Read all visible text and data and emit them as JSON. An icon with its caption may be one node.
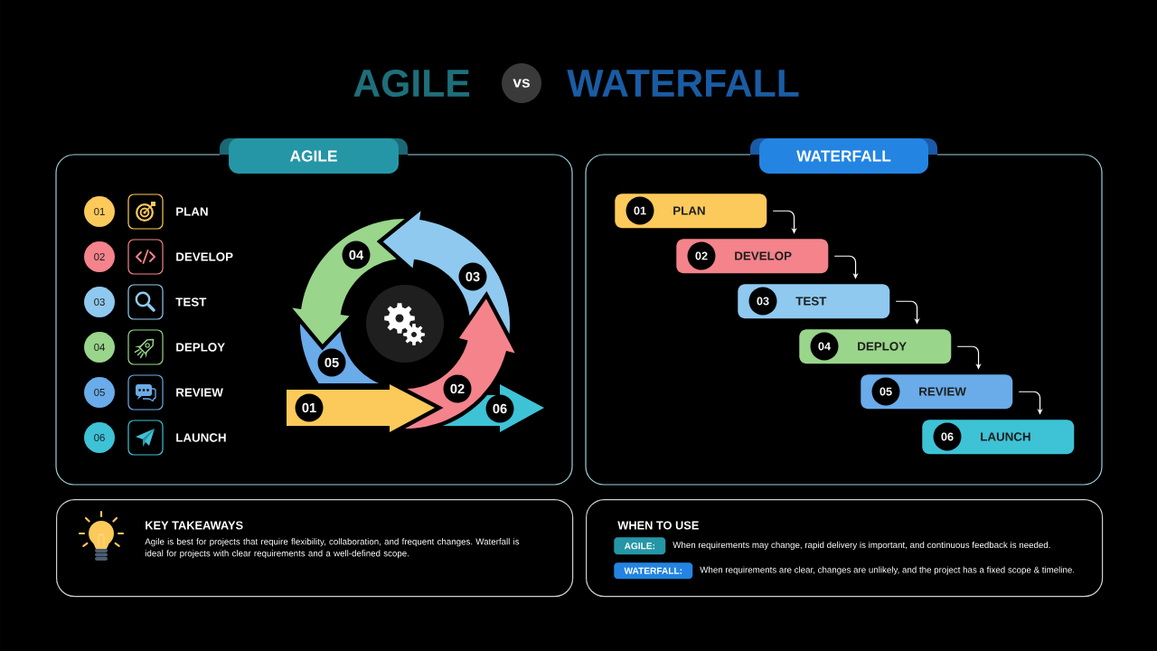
{
  "diagram": {
    "nodes": [
      {
        "text": [
          "vs"
        ]
      },
      {
        "text": [
          "AGILE"
        ]
      },
      {
        "text": [
          "01"
        ],
        "in": 1
      },
      {
        "text": [
          "02"
        ],
        "in": 1
      },
      {
        "text": [
          "03"
        ],
        "in": 1
      },
      {
        "text": [
          "04"
        ],
        "in": 1
      },
      {
        "text": [
          "05"
        ],
        "in": 1
      },
      {
        "text": [
          "06"
        ],
        "in": 1
      },
      {
        "text": [
          "01"
        ],
        "in": 1
      },
      {
        "text": [
          "02"
        ],
        "in": 1
      },
      {
        "text": [
          "03"
        ],
        "in": 1
      },
      {
        "text": [
          "04"
        ],
        "in": 1
      },
      {
        "text": [
          "05"
        ],
        "in": 1
      },
      {
        "text": [
          "06"
        ],
        "in": 1
      },
      {
        "text": [
          "WATERFALL"
        ]
      },
      {
        "text": [
          "01",
          "PLAN"
        ],
        "in": 14
      },
      {
        "text": [
          "02",
          "DEVELOP"
        ],
        "in": 14
      },
      {
        "text": [
          "03",
          "TEST"
        ],
        "in": 14
      },
      {
        "text": [
          "04",
          "DEPLOY"
        ],
        "in": 14
      },
      {
        "text": [
          "05",
          "REVIEW"
        ],
        "in": 14
      },
      {
        "text": [
          "06",
          "LAUNCH"
        ],
        "in": 14
      },
      {
        "text": [
          "KEY TAKEAWAYS",
          "Agile is best for projects that require flexibility, collaboration, and frequent changes. Waterfall is ideal for projects with clear requirements and a well-defined scope."
        ]
      },
      {
        "text": [
          "WHEN TO USE"
        ]
      },
      {
        "text": [
          "AGILE:"
        ],
        "beside": [
          "When requirements may change, rapid delivery is important, and continuous feedback is needed."
        ],
        "in": 22
      },
      {
        "text": [
          "WATERFALL:"
        ],
        "beside": [
          "When requirements are clear, changes are unlikely, and the project has a fixed scope & timeline."
        ],
        "in": 22
      }
    ],
    "edges": [
      {
        "from": 15,
        "to": 16,
        "arrow": "to"
      },
      {
        "from": 16,
        "to": 17,
        "arrow": "to"
      },
      {
        "from": 17,
        "to": 18,
        "arrow": "to"
      },
      {
        "from": 18,
        "to": 19,
        "arrow": "to"
      },
      {
        "from": 19,
        "to": 20,
        "arrow": "to"
      }
    ],
    "labels": [
      "AGILE",
      "WATERFALL",
      "PLAN",
      "DEVELOP",
      "TEST",
      "DEPLOY",
      "REVIEW",
      "LAUNCH"
    ]
  }
}
